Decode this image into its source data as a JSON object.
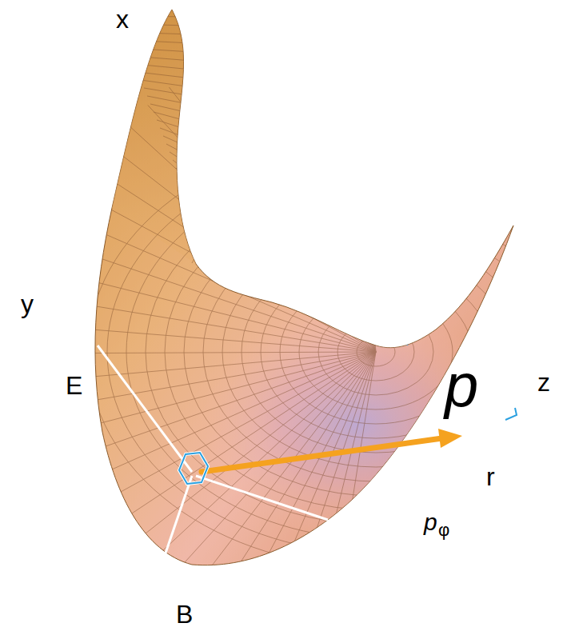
{
  "diagram": {
    "labels": [
      "x",
      "y",
      "E",
      "p",
      "z",
      "r",
      "p",
      "φ",
      "B"
    ]
  }
}
